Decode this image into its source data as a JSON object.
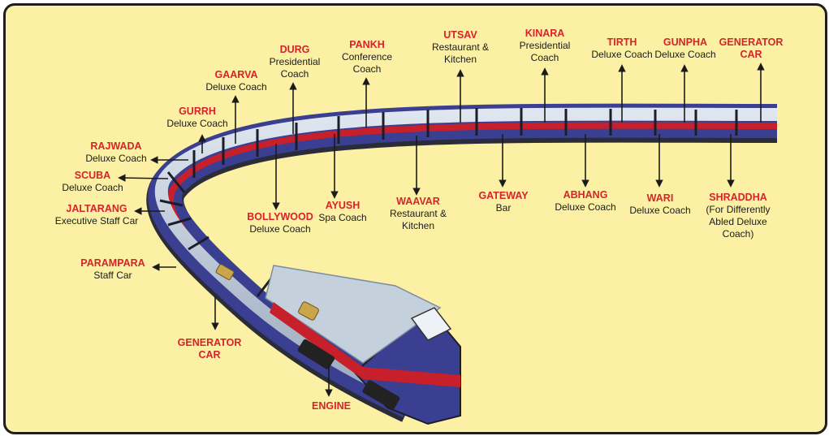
{
  "colors": {
    "background": "#fbf0a3",
    "coach_blue": "#3b3f92",
    "coach_stripe": "#c7202a",
    "roof": "#b9c6d6",
    "name_red": "#d7232a",
    "text": "#1b1b1b"
  },
  "labels": [
    {
      "id": "durg",
      "name": "DURG",
      "desc": "Presidential\nCoach"
    },
    {
      "id": "pankh",
      "name": "PANKH",
      "desc": "Conference\nCoach"
    },
    {
      "id": "utsav",
      "name": "UTSAV",
      "desc": "Restaurant &\nKitchen"
    },
    {
      "id": "kinara",
      "name": "KINARA",
      "desc": "Presidential\nCoach"
    },
    {
      "id": "tirth",
      "name": "TIRTH",
      "desc": "Deluxe Coach"
    },
    {
      "id": "gunpha",
      "name": "GUNPHA",
      "desc": "Deluxe Coach"
    },
    {
      "id": "generator-top",
      "name": "GENERATOR\nCAR",
      "desc": ""
    },
    {
      "id": "gaarva",
      "name": "GAARVA",
      "desc": "Deluxe Coach"
    },
    {
      "id": "gurrh",
      "name": "GURRH",
      "desc": "Deluxe Coach"
    },
    {
      "id": "rajwada",
      "name": "RAJWADA",
      "desc": "Deluxe Coach"
    },
    {
      "id": "scuba",
      "name": "SCUBA",
      "desc": "Deluxe Coach"
    },
    {
      "id": "jaltarang",
      "name": "JALTARANG",
      "desc": "Executive Staff Car"
    },
    {
      "id": "parampara",
      "name": "PARAMPARA",
      "desc": "Staff Car"
    },
    {
      "id": "generator-bottom",
      "name": "GENERATOR\nCAR",
      "desc": ""
    },
    {
      "id": "engine",
      "name": "ENGINE",
      "desc": ""
    },
    {
      "id": "bollywood",
      "name": "BOLLYWOOD",
      "desc": "Deluxe Coach"
    },
    {
      "id": "ayush",
      "name": "AYUSH",
      "desc": "Spa Coach"
    },
    {
      "id": "waavar",
      "name": "WAAVAR",
      "desc": "Restaurant &\nKitchen"
    },
    {
      "id": "gateway",
      "name": "GATEWAY",
      "desc": "Bar"
    },
    {
      "id": "abhang",
      "name": "ABHANG",
      "desc": "Deluxe Coach"
    },
    {
      "id": "wari",
      "name": "WARI",
      "desc": "Deluxe Coach"
    },
    {
      "id": "shraddha",
      "name": "SHRADDHA",
      "desc": "(For Differently\nAbled Deluxe\nCoach)"
    }
  ]
}
